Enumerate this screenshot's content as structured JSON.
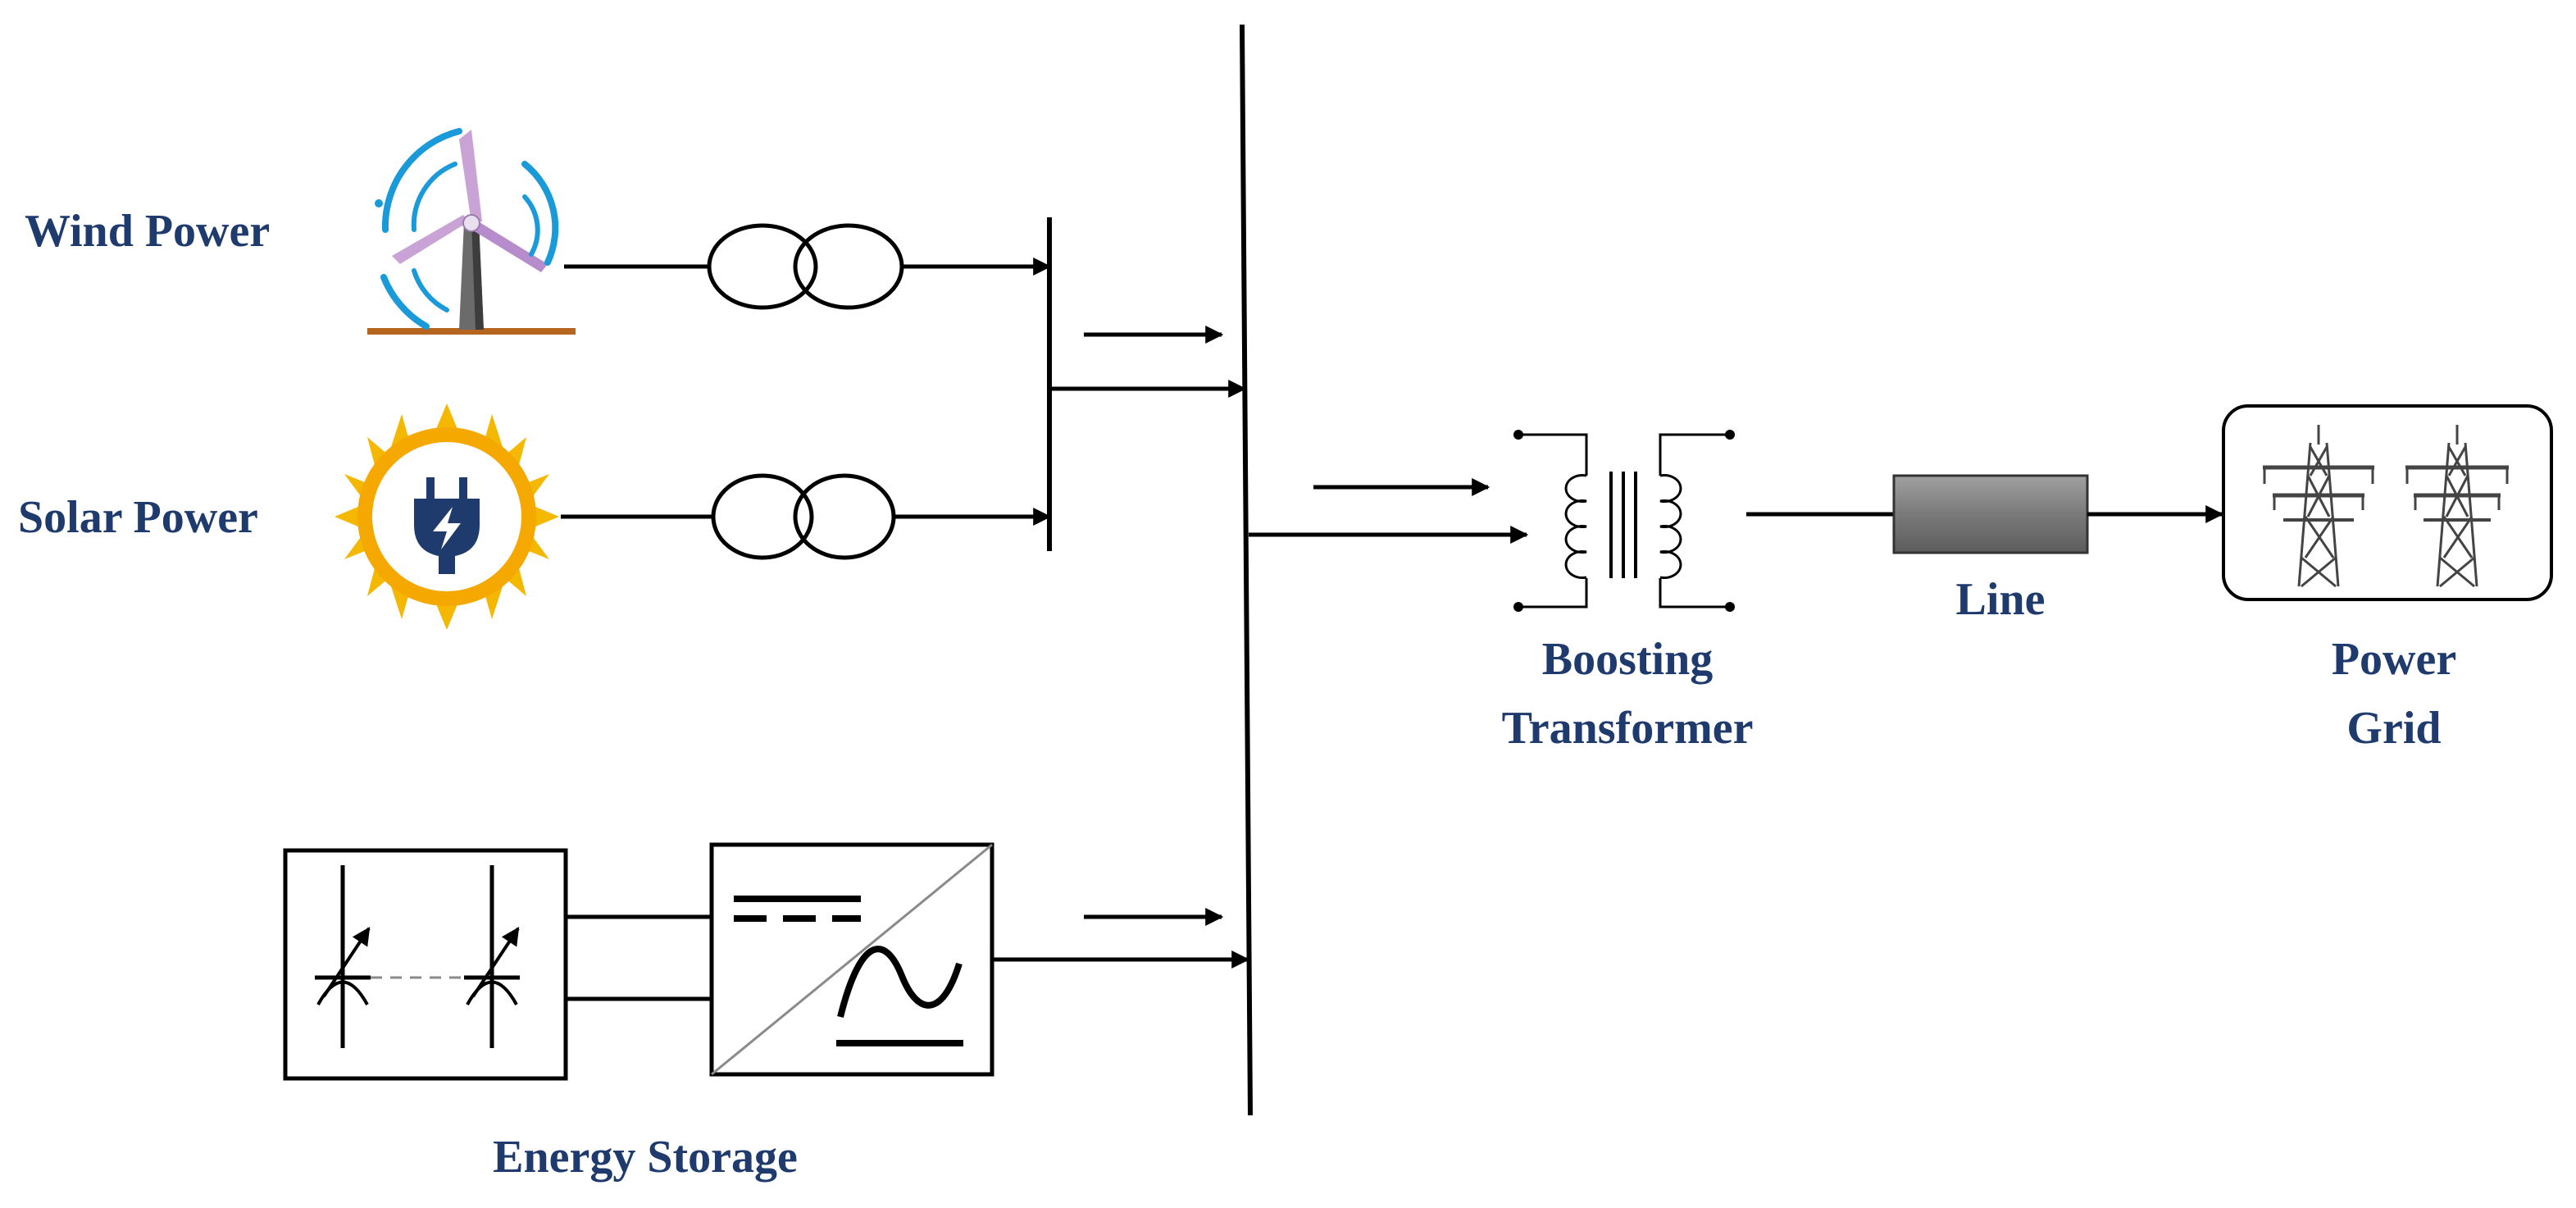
{
  "labels": {
    "wind": "Wind Power",
    "solar": "Solar Power",
    "storage": "Energy Storage",
    "boosting_line1": "Boosting",
    "boosting_line2": "Transformer",
    "line": "Line",
    "grid_line1": "Power",
    "grid_line2": "Grid"
  },
  "colors": {
    "label_text": "#1f3a6d",
    "wire": "#000000",
    "sun_rays": "#f5b800",
    "sun_ring": "#f5a800",
    "plug": "#1f3a6d",
    "turbine_blades": "#c9a3d6",
    "turbine_arcs": "#1a9ad9",
    "turbine_ground": "#b5651d",
    "line_block": "#7f7f7f"
  },
  "icons": {
    "wind": "wind-turbine-icon",
    "solar": "sun-plug-icon",
    "grid": "transmission-tower-icon",
    "storage": "battery-bank-icon",
    "converter": "dc-ac-converter-icon"
  }
}
